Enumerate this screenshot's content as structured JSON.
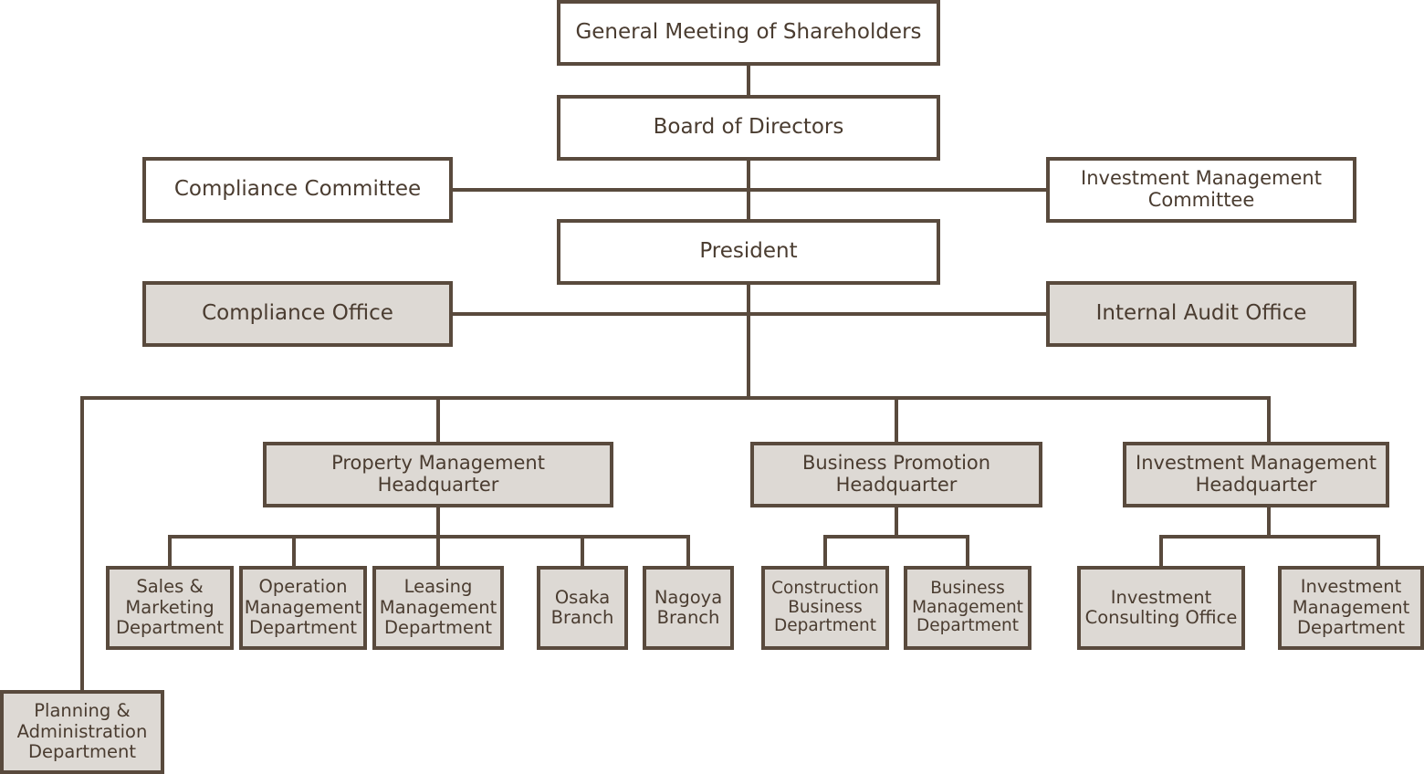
{
  "colors": {
    "line": "#594a3d",
    "text": "#4a3c30",
    "plain_fill": "#ffffff",
    "shaded_fill": "#ddd9d4"
  },
  "nodes": {
    "general_meeting": "General Meeting of Shareholders",
    "board_of_directors": "Board of Directors",
    "compliance_committee": "Compliance Committee",
    "investment_management_committee": "Investment Management\nCommittee",
    "president": "President",
    "compliance_office": "Compliance Office",
    "internal_audit_office": "Internal Audit Office",
    "property_management_hq": "Property Management\nHeadquarter",
    "business_promotion_hq": "Business Promotion\nHeadquarter",
    "investment_management_hq": "Investment Management\nHeadquarter",
    "sales_marketing_dept": "Sales &\nMarketing\nDepartment",
    "operation_management_dept": "Operation\nManagement\nDepartment",
    "leasing_management_dept": "Leasing\nManagement\nDepartment",
    "osaka_branch": "Osaka\nBranch",
    "nagoya_branch": "Nagoya\nBranch",
    "construction_business_dept": "Construction\nBusiness\nDepartment",
    "business_management_dept": "Business\nManagement\nDepartment",
    "investment_consulting_office": "Investment\nConsulting Office",
    "investment_management_dept": "Investment\nManagement\nDepartment",
    "planning_administration_dept": "Planning &\nAdministration\nDepartment"
  }
}
